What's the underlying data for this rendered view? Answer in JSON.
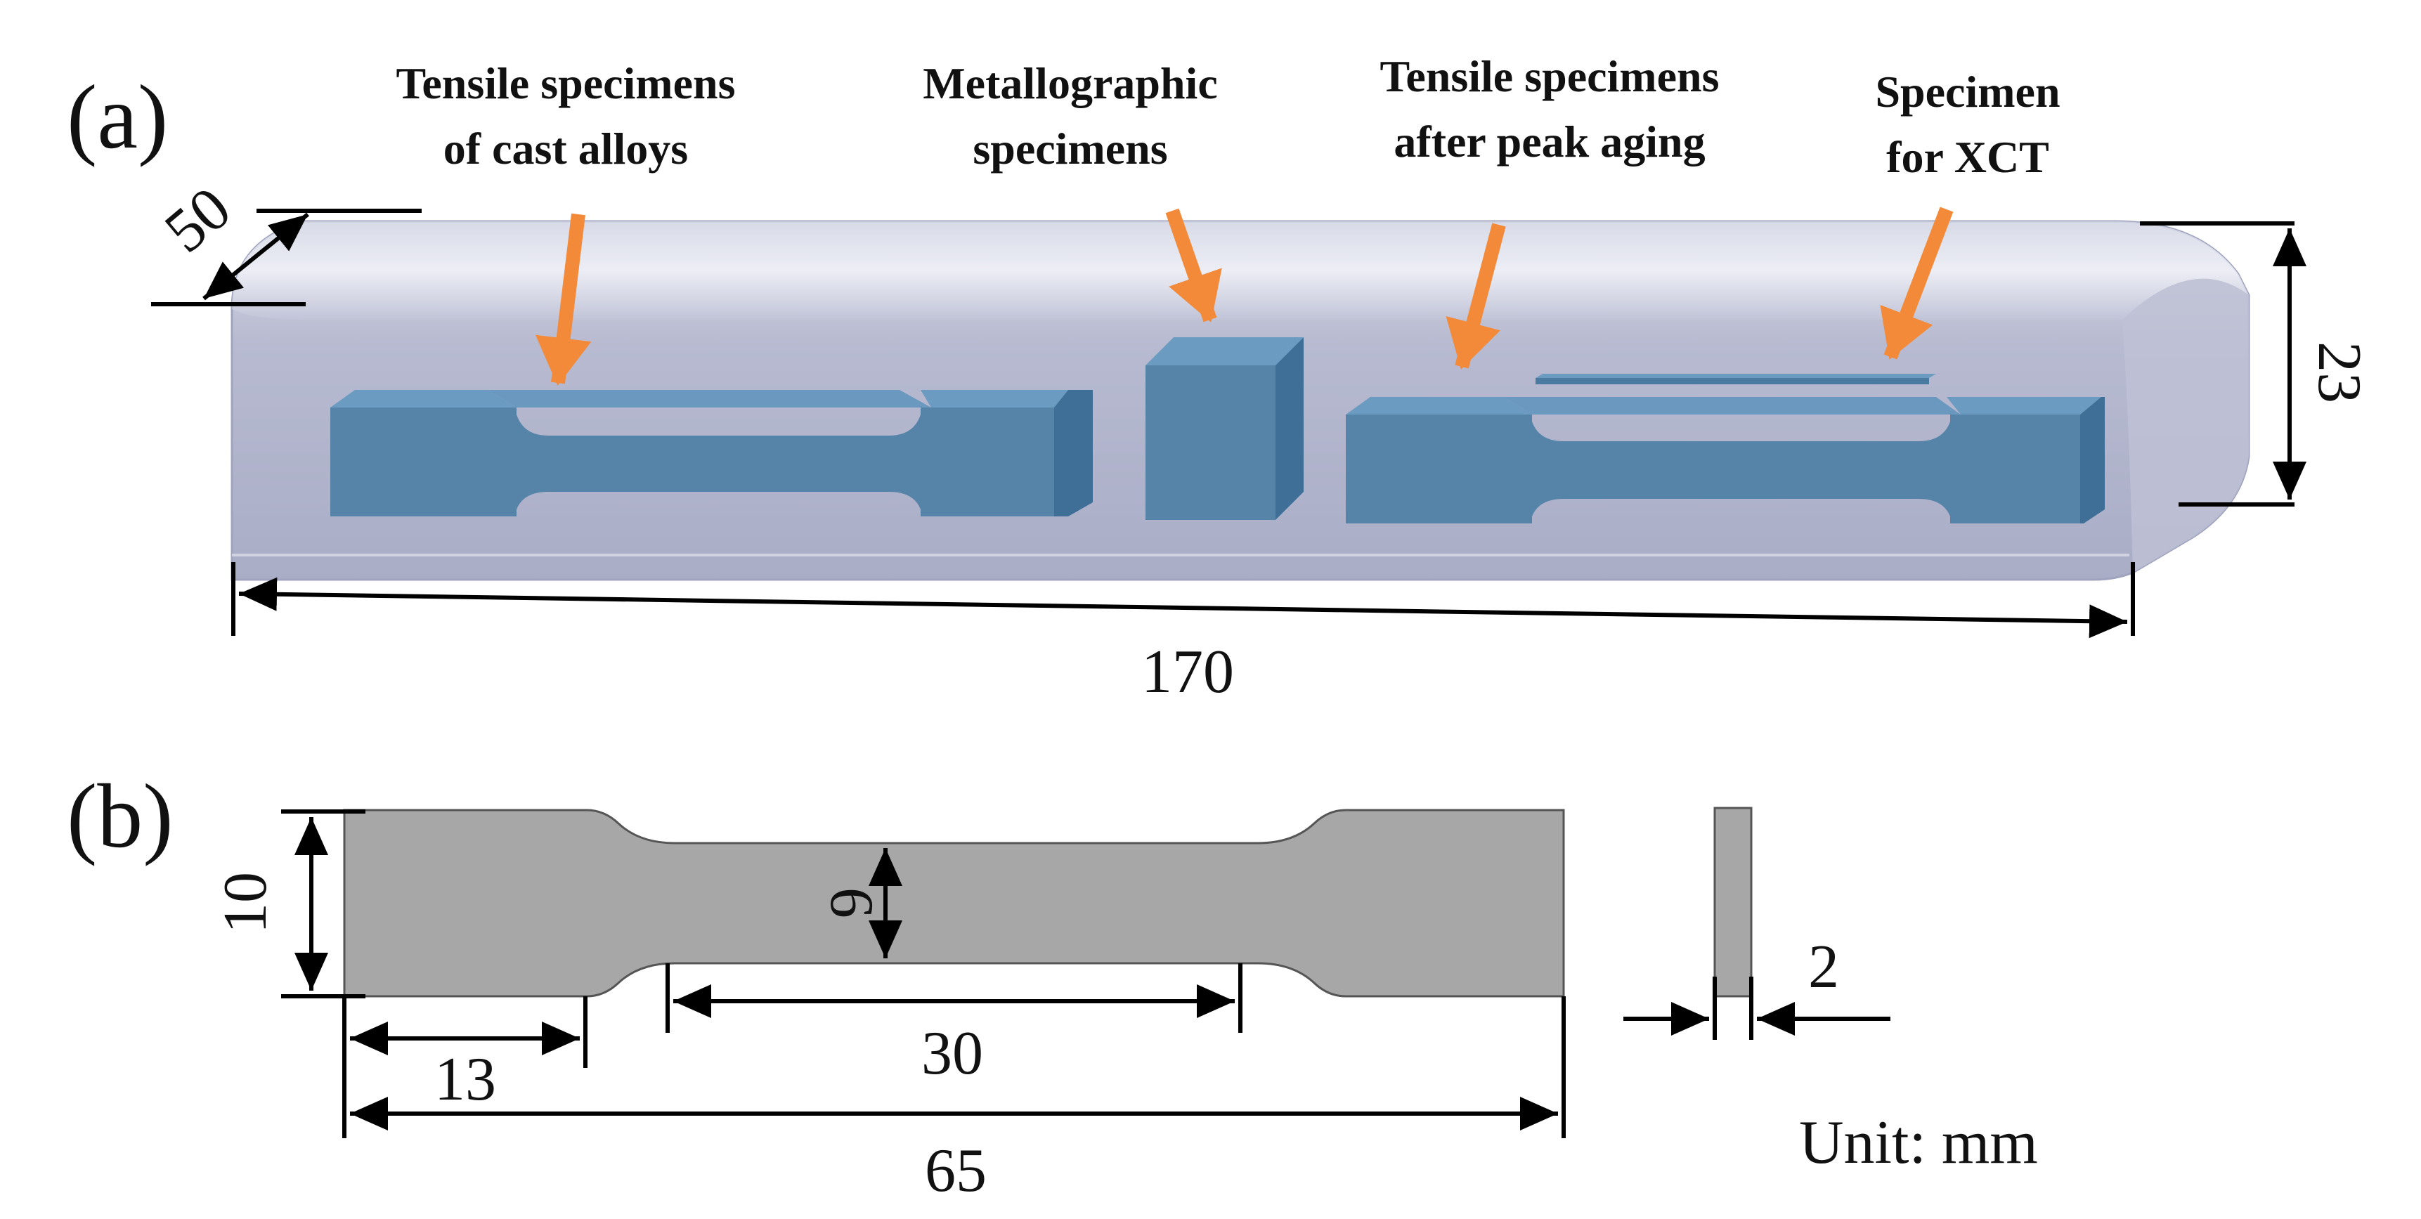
{
  "panel_a": {
    "label": "(a)",
    "callouts": [
      {
        "line1": "Tensile specimens",
        "line2": "of cast alloys"
      },
      {
        "line1": "Metallographic",
        "line2": "specimens"
      },
      {
        "line1": "Tensile specimens",
        "line2": "after peak aging"
      },
      {
        "line1": "Specimen",
        "line2": "for XCT"
      }
    ],
    "dims": {
      "width": "50",
      "height": "23",
      "length": "170"
    }
  },
  "panel_b": {
    "label": "(b)",
    "dims": {
      "grip_width": "10",
      "gauge_width": "6",
      "gauge_length": "30",
      "grip_length": "13",
      "total_length": "65",
      "thickness": "2"
    },
    "unit": "Unit: mm"
  },
  "colors": {
    "casting_top": "#dfe1ec",
    "casting_body": "#b4b7cd",
    "specimen_front": "#5684a9",
    "specimen_top": "#6c9bc2",
    "specimen_side": "#3f6f96",
    "arrow": "#f28a3a",
    "sample_fill": "#a7a7a7"
  }
}
